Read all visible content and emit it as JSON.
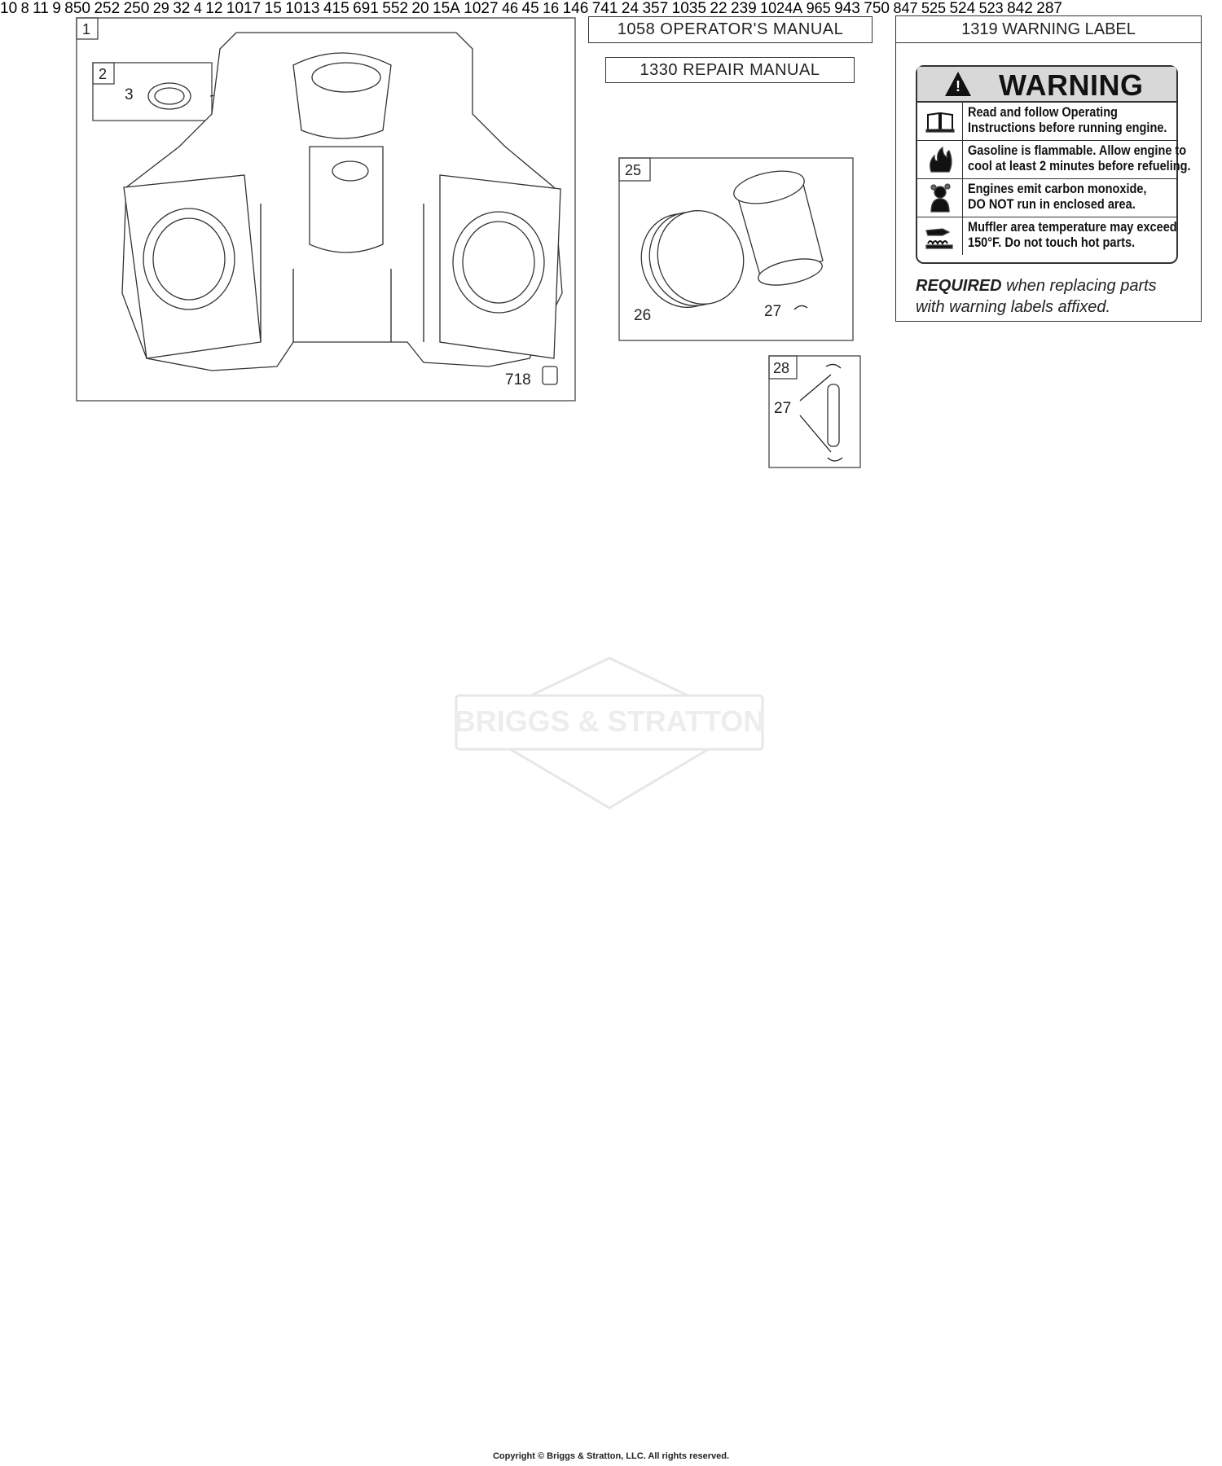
{
  "manuals": {
    "operators": "1058 OPERATOR'S MANUAL",
    "repair": "1330 REPAIR MANUAL"
  },
  "warning_panel": {
    "title": "1319 WARNING LABEL",
    "heading": "WARNING",
    "rows": [
      {
        "icon": "manual-book-icon",
        "line1": "Read and follow Operating",
        "line2": "Instructions before running engine."
      },
      {
        "icon": "flame-icon",
        "line1": "Gasoline is flammable. Allow engine to",
        "line2": "cool at least 2 minutes before refueling."
      },
      {
        "icon": "carbon-monoxide-icon",
        "line1": "Engines emit carbon monoxide,",
        "line2": "DO NOT run in enclosed area."
      },
      {
        "icon": "hot-surface-icon",
        "line1": "Muffler area temperature may exceed",
        "line2": "150°F.  Do not touch hot parts."
      }
    ],
    "required_bold": "REQUIRED",
    "required_rest": " when replacing parts",
    "required_line2": "with warning labels affixed."
  },
  "watermark": "BRIGGS & STRATTON",
  "box_labels": {
    "b1": "1",
    "b2": "2",
    "b25": "25",
    "b28": "28",
    "b8": "8",
    "b29": "29",
    "b4": "4",
    "b46": "46",
    "b16": "16",
    "b847": "847",
    "b525": "525",
    "b523": "523",
    "b1024A": "1024A",
    "b965": "965"
  },
  "part_labels": {
    "p3": "3",
    "p718": "718",
    "p26": "26",
    "p27a": "27",
    "p27b": "27",
    "p10": "10",
    "p11": "11",
    "p9": "9",
    "p850": "850",
    "p252": "252",
    "p250": "250",
    "p32": "32",
    "p12": "12",
    "p1017": "1017",
    "p15A": "15A",
    "p15": "15",
    "p691": "691",
    "p552": "552",
    "p20": "20",
    "p1013": "1013",
    "p415": "415",
    "p1027": "1027",
    "p45": "45",
    "p24": "24",
    "p357": "357",
    "p146": "146",
    "p741": "741",
    "p1035": "1035",
    "p22": "22",
    "p239": "239",
    "p943": "943",
    "p750": "750",
    "p842": "842",
    "p287": "287",
    "p524": "524"
  },
  "copyright": "Copyright © Briggs & Stratton, LLC. All rights reserved."
}
